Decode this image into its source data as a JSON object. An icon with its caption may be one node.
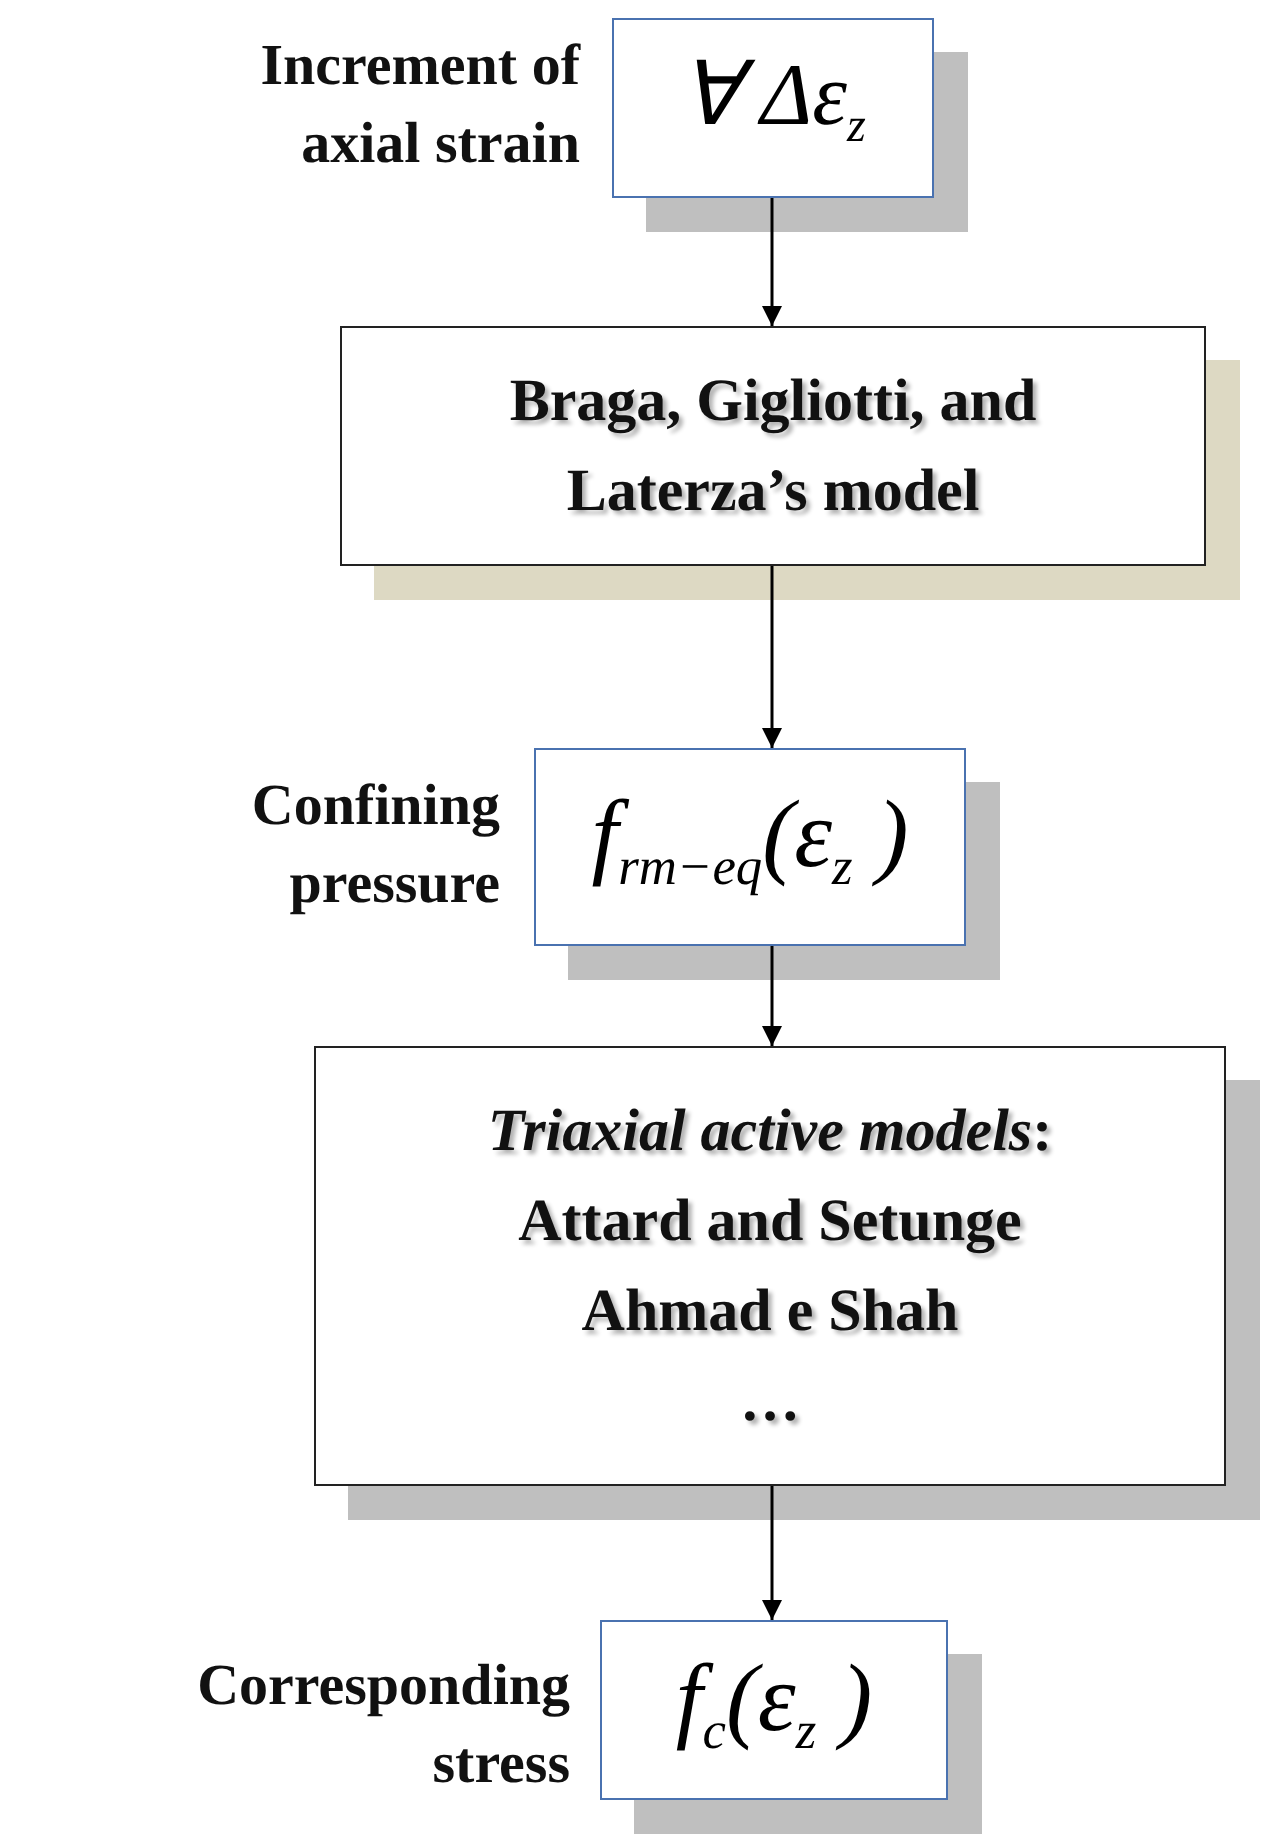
{
  "diagram": {
    "nodes": [
      {
        "text": [
          "∀ Δε$_{z}$"
        ],
        "beside": [
          "Increment of axial strain"
        ]
      },
      {
        "text": [
          "Braga, Gigliotti, and Laterza’s model"
        ]
      },
      {
        "text": [
          "f$_{rm−eq}$(ε$_{z}$ )"
        ],
        "beside": [
          "Confining pressure"
        ]
      },
      {
        "text": [
          "*Triaxial active models*:",
          "Attard and Setunge",
          "Ahmad e Shah",
          "…"
        ]
      },
      {
        "text": [
          "f$_{c}$(ε$_{z}$ )"
        ],
        "beside": [
          "Corresponding stress"
        ]
      }
    ],
    "edges": [
      {
        "from": 0,
        "to": 1,
        "arrow": "to"
      },
      {
        "from": 1,
        "to": 2,
        "arrow": "to"
      },
      {
        "from": 2,
        "to": 3,
        "arrow": "to"
      },
      {
        "from": 3,
        "to": 4,
        "arrow": "to"
      }
    ]
  }
}
